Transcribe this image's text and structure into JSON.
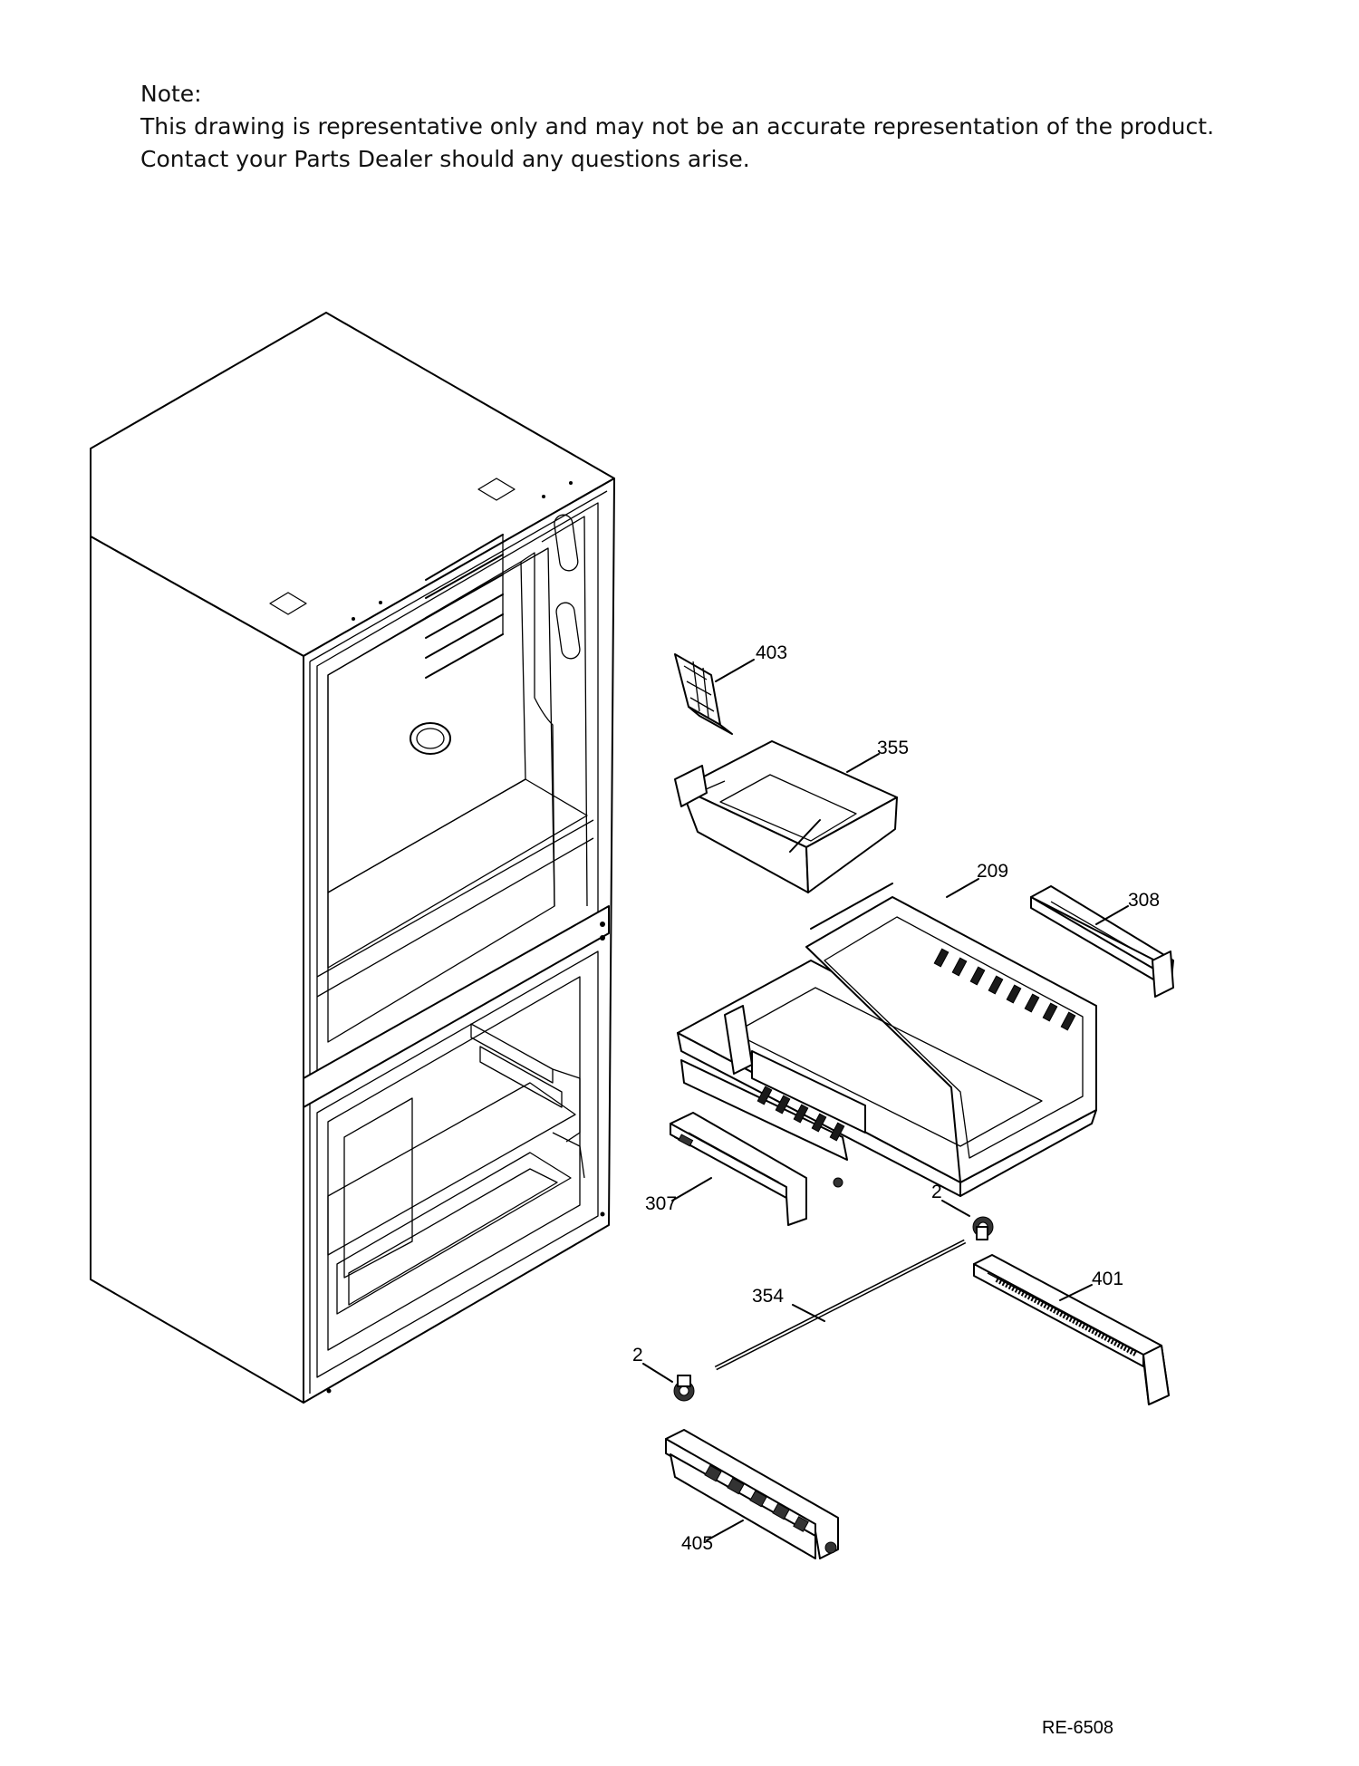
{
  "note": {
    "heading": "Note:",
    "line1": "This drawing is representative only and may not be an accurate representation of the product.",
    "line2": "Contact your Parts Dealer should any questions arise."
  },
  "parts": [
    {
      "id": "part-403",
      "label": "403"
    },
    {
      "id": "part-355",
      "label": "355"
    },
    {
      "id": "part-209",
      "label": "209"
    },
    {
      "id": "part-308",
      "label": "308"
    },
    {
      "id": "part-307",
      "label": "307"
    },
    {
      "id": "part-2-upper",
      "label": "2"
    },
    {
      "id": "part-354",
      "label": "354"
    },
    {
      "id": "part-401",
      "label": "401"
    },
    {
      "id": "part-2-lower",
      "label": "2"
    },
    {
      "id": "part-405",
      "label": "405"
    }
  ],
  "diagram_code": "RE-6508"
}
